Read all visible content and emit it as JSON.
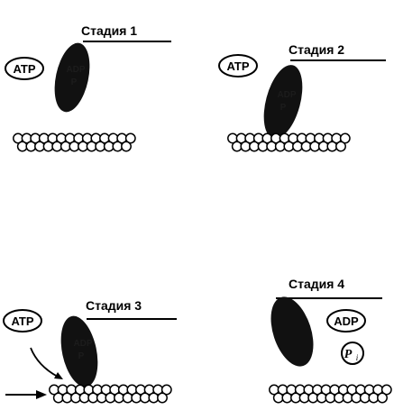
{
  "panels": [
    {
      "stage": "Стадия 1",
      "bubble": "ATP",
      "head_label": "ADP",
      "head_sub": "P"
    },
    {
      "stage": "Стадия 2",
      "bubble": "ATP",
      "head_label": "ADP",
      "head_sub": "P"
    },
    {
      "stage": "Стадия 3",
      "bubble": "ATP",
      "head_label": "ADP",
      "head_sub": "P"
    },
    {
      "stage": "Стадия 4",
      "bubble": "ADP",
      "pi": "P",
      "pi_sub": "i"
    }
  ],
  "colors": {
    "ink": "#000000",
    "head": "#111111",
    "bead_stroke": "#000000",
    "background": "#ffffff"
  }
}
